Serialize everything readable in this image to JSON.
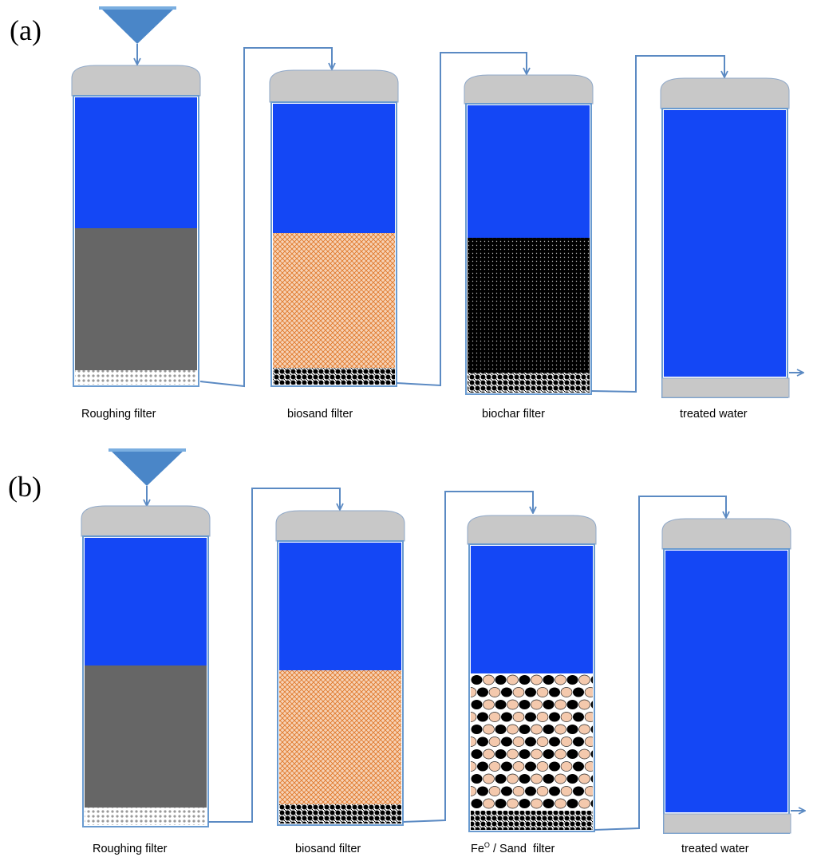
{
  "panels": [
    {
      "label": "(a)",
      "filters": [
        {
          "label": "Roughing filter"
        },
        {
          "label": "biosand filter"
        },
        {
          "label": "biochar filter"
        },
        {
          "label": "treated water"
        }
      ]
    },
    {
      "label": "(b)",
      "filters": [
        {
          "label": "Roughing filter"
        },
        {
          "label": "biosand filter"
        },
        {
          "label_main": "Fe",
          "label_sup": "O",
          "label_rest": " / Sand  filter"
        },
        {
          "label": "treated water"
        }
      ]
    }
  ],
  "colors": {
    "water": "#1447f5",
    "gravel": "#666666",
    "sand": "#f3c3a0",
    "sand_pattern": "#e2781f",
    "biochar": "#000000",
    "cap": "#c8c8c8",
    "pipe": "#5b8ac3",
    "funnel": "#4a86c8"
  }
}
